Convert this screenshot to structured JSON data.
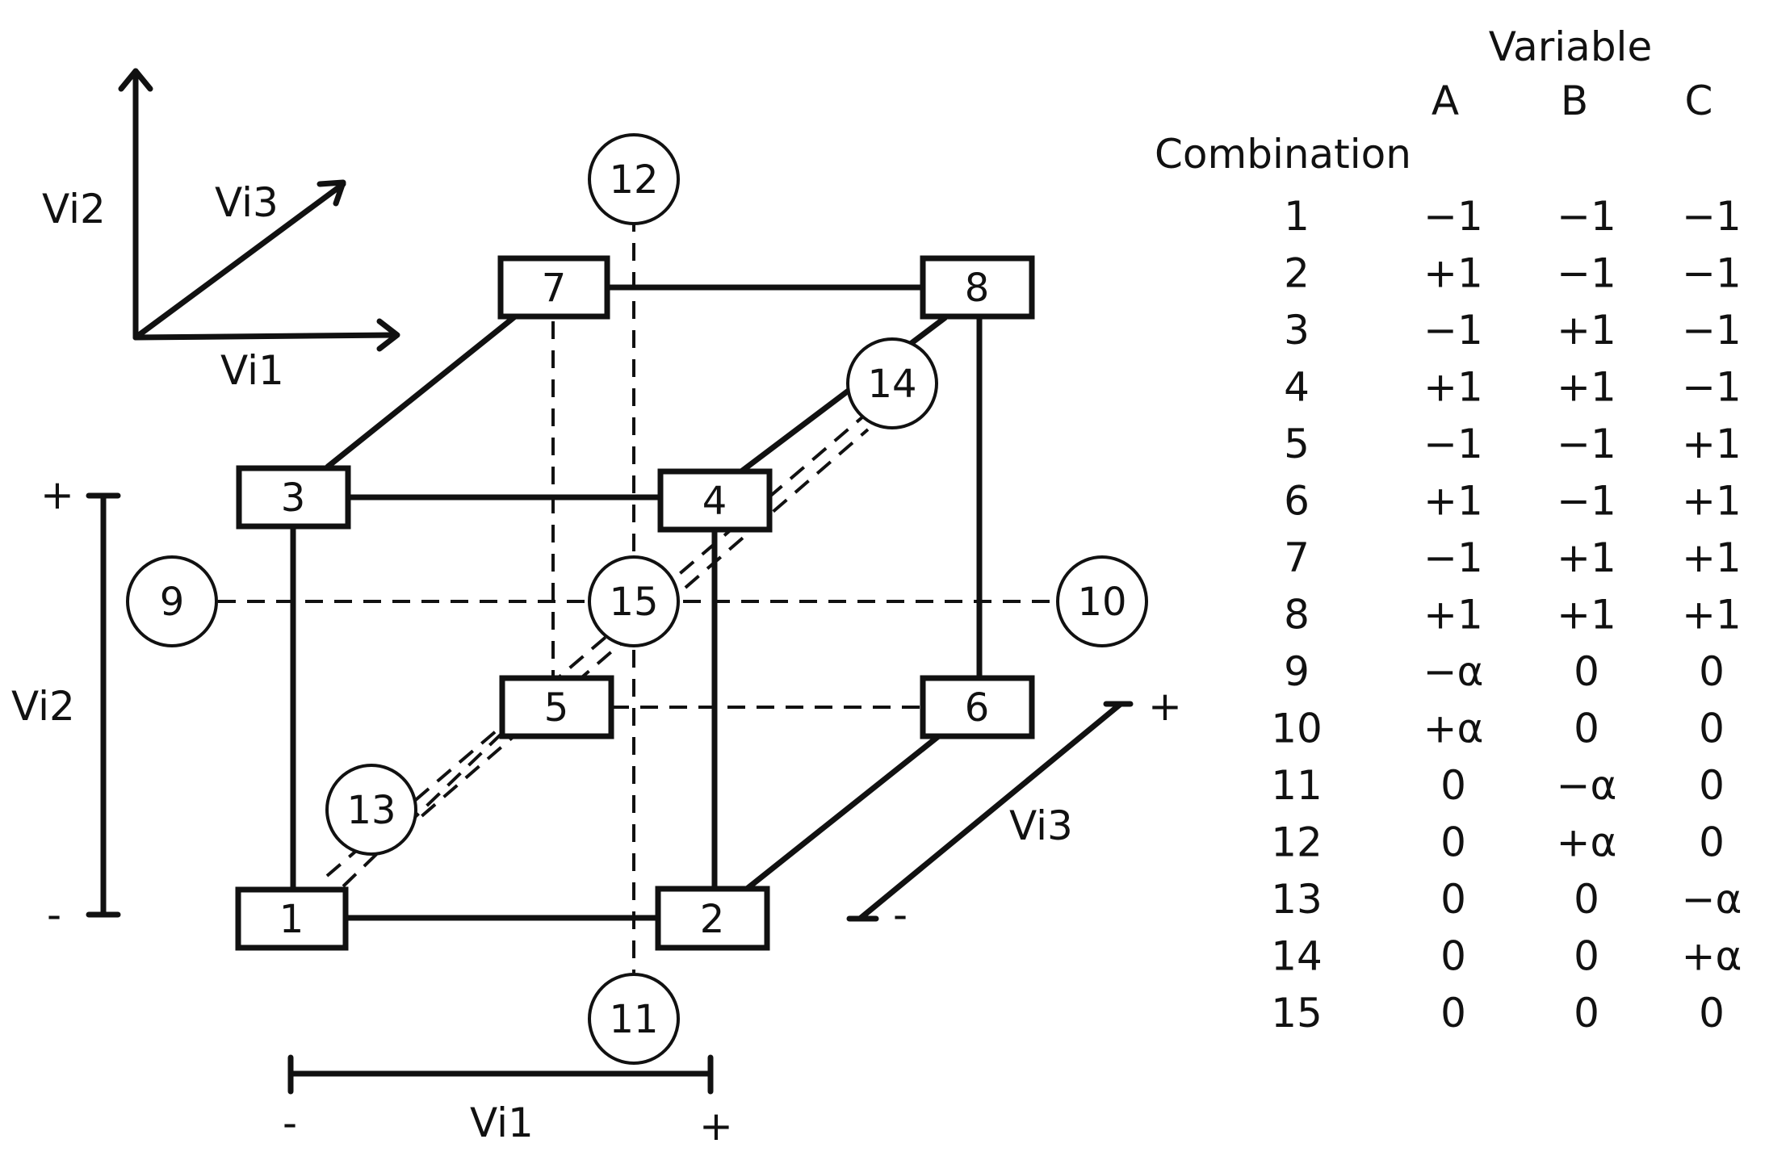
{
  "axes_legend": {
    "x": "Vi1",
    "y": "Vi2",
    "z": "Vi3"
  },
  "scale_vi2": {
    "label": "Vi2",
    "plus": "+",
    "minus": "-"
  },
  "scale_vi1": {
    "label": "Vi1",
    "plus": "+",
    "minus": "-"
  },
  "scale_vi3": {
    "label": "Vi3",
    "plus": "+",
    "minus": "-"
  },
  "corner_points": [
    "1",
    "2",
    "3",
    "4",
    "5",
    "6",
    "7",
    "8"
  ],
  "axial_points": [
    "9",
    "10",
    "11",
    "12",
    "13",
    "14",
    "15"
  ],
  "table": {
    "title": "Variable",
    "row_header": "Combination",
    "columns": [
      "A",
      "B",
      "C"
    ],
    "rows": [
      [
        "1",
        "−1",
        "−1",
        "−1"
      ],
      [
        "2",
        "+1",
        "−1",
        "−1"
      ],
      [
        "3",
        "−1",
        "+1",
        "−1"
      ],
      [
        "4",
        "+1",
        "+1",
        "−1"
      ],
      [
        "5",
        "−1",
        "−1",
        "+1"
      ],
      [
        "6",
        "+1",
        "−1",
        "+1"
      ],
      [
        "7",
        "−1",
        "+1",
        "+1"
      ],
      [
        "8",
        "+1",
        "+1",
        "+1"
      ],
      [
        "9",
        "−α",
        "0",
        "0"
      ],
      [
        "10",
        "+α",
        "0",
        "0"
      ],
      [
        "11",
        "0",
        "−α",
        "0"
      ],
      [
        "12",
        "0",
        "+α",
        "0"
      ],
      [
        "13",
        "0",
        "0",
        "−α"
      ],
      [
        "14",
        "0",
        "0",
        "+α"
      ],
      [
        "15",
        "0",
        "0",
        "0"
      ]
    ]
  },
  "colors": {
    "ink": "#111111",
    "background": "#ffffff"
  }
}
